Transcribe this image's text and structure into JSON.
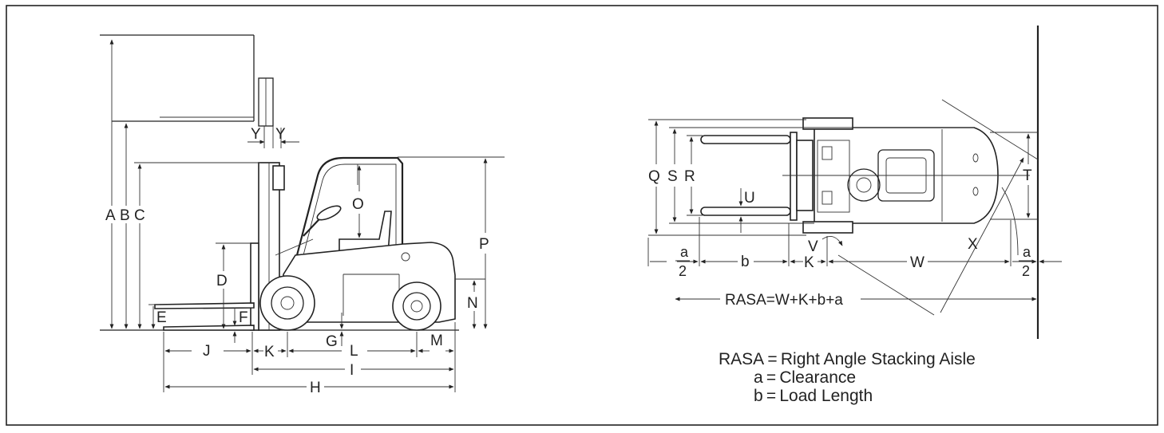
{
  "side_view": {
    "labels": {
      "A": "A",
      "B": "B",
      "C": "C",
      "D": "D",
      "E": "E",
      "F": "F",
      "G": "G",
      "H": "H",
      "I": "I",
      "J": "J",
      "K": "K",
      "L": "L",
      "M": "M",
      "N": "N",
      "O": "O",
      "P": "P",
      "Y1": "Y",
      "Y2": "Y"
    }
  },
  "top_view": {
    "labels": {
      "Q": "Q",
      "S": "S",
      "R": "R",
      "U": "U",
      "T": "T",
      "V": "V",
      "K": "K",
      "W": "W",
      "X": "X",
      "b": "b",
      "a_left_num": "a",
      "a_left_den": "2",
      "a_right_num": "a",
      "a_right_den": "2"
    },
    "formula": "RASA=W+K+b+a"
  },
  "legend": {
    "rasa": "RASA = Right Angle Stacking Aisle",
    "a": "a = Clearance",
    "b": "b = Load Length"
  }
}
